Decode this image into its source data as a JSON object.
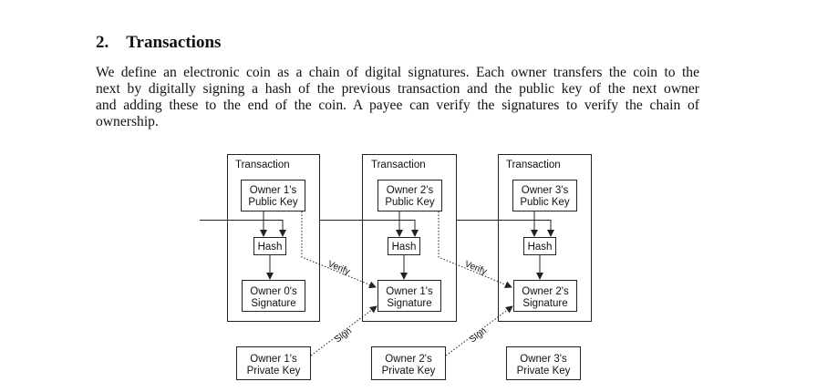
{
  "section": {
    "number": "2.",
    "title": "Transactions"
  },
  "paragraph_lines": [
    "We define an electronic coin as a chain of digital signatures.  Each owner transfers the coin to the",
    "next by digitally signing a hash of the previous transaction and the public key of the next owner",
    "and adding these to the end of the coin.  A payee can verify the signatures to verify the chain of",
    "ownership."
  ],
  "diagram": {
    "transactions": [
      {
        "title": "Transaction",
        "public_key": [
          "Owner 1's",
          "Public Key"
        ],
        "hash": "Hash",
        "signature": [
          "Owner 0's",
          "Signature"
        ],
        "private_key": [
          "Owner 1's",
          "Private Key"
        ]
      },
      {
        "title": "Transaction",
        "public_key": [
          "Owner 2's",
          "Public Key"
        ],
        "hash": "Hash",
        "signature": [
          "Owner 1's",
          "Signature"
        ],
        "private_key": [
          "Owner 2's",
          "Private Key"
        ]
      },
      {
        "title": "Transaction",
        "public_key": [
          "Owner 3's",
          "Public Key"
        ],
        "hash": "Hash",
        "signature": [
          "Owner 2's",
          "Signature"
        ],
        "private_key": [
          "Owner 3's",
          "Private Key"
        ]
      }
    ],
    "verify_label": "Verify",
    "sign_label": "Sign"
  }
}
